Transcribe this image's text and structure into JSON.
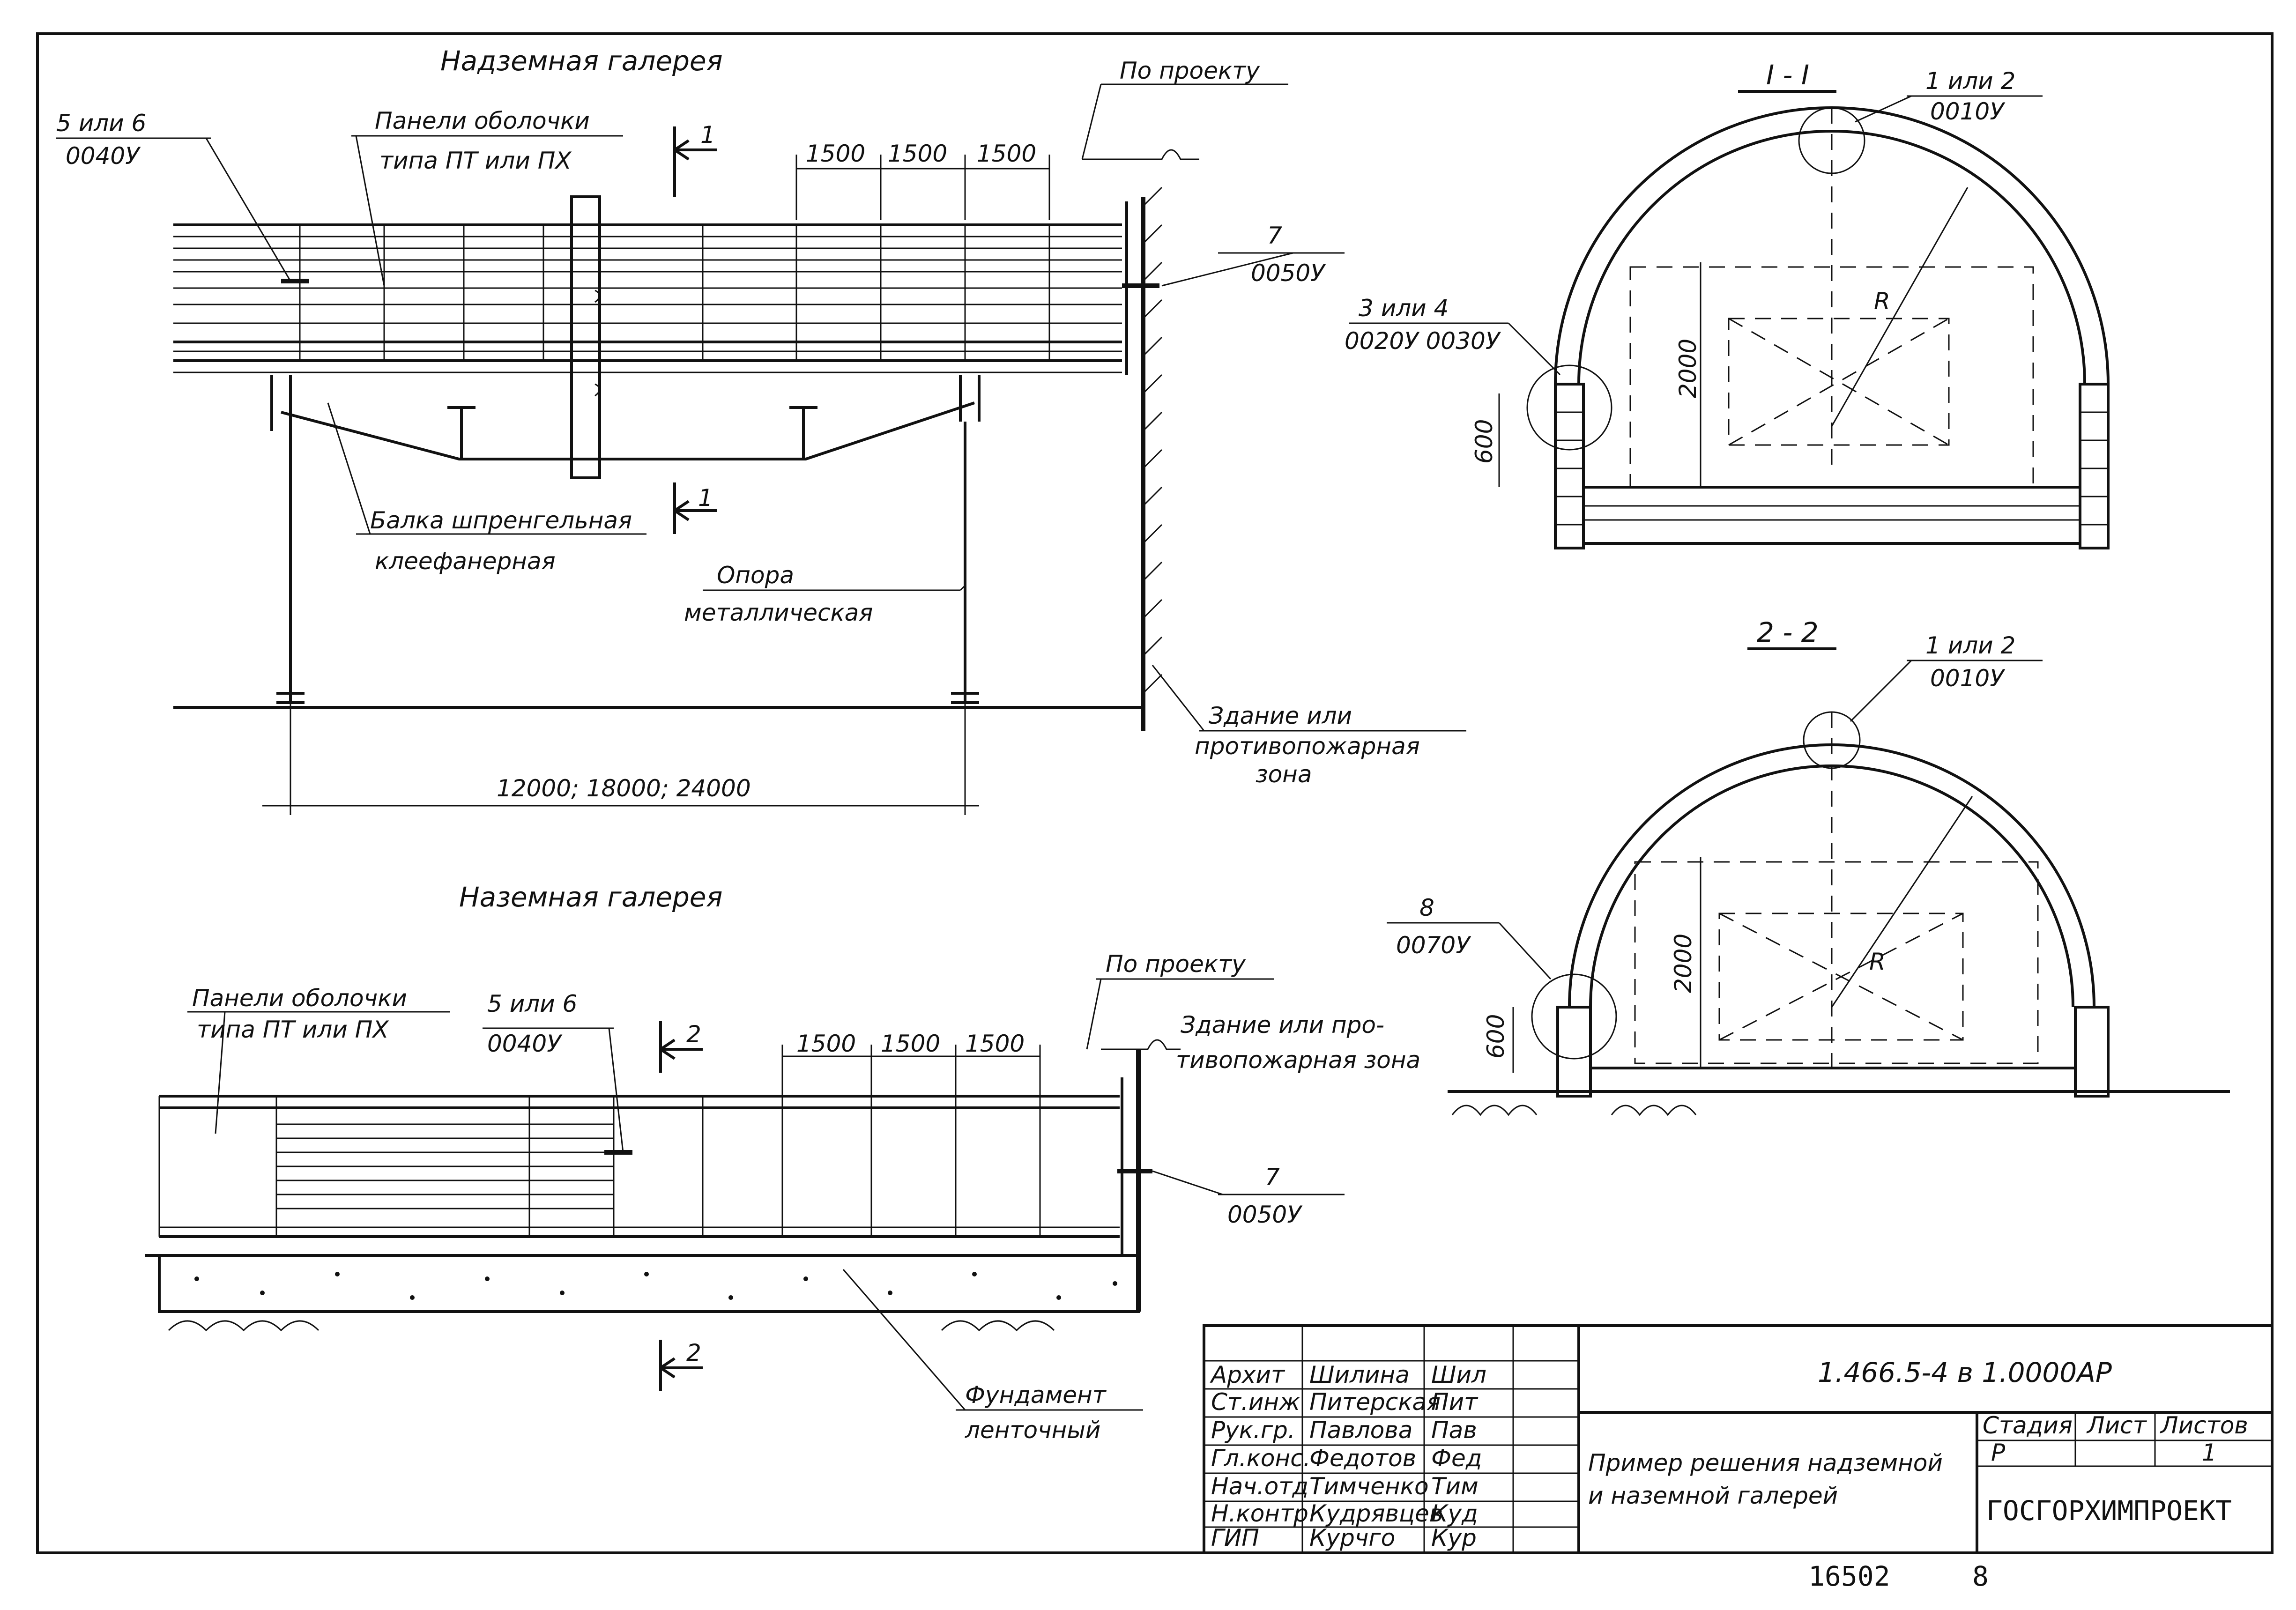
{
  "labels": {
    "elevated_title": "Надземная галерея",
    "ground_title": "Наземная галерея",
    "panels_line1": "Панели оболочки",
    "panels_line2": "типа ПТ или ПХ",
    "node_56": "5 или 6",
    "code_0040": "0040У",
    "by_project": "По проекту",
    "node_7": "7",
    "code_0050": "0050У",
    "beam_line1": "Балка шпренгельная",
    "beam_line2": "клеефанерная",
    "support_line1": "Опора",
    "support_line2": "металлическая",
    "building_line1": "Здание или",
    "building_line2": "противопожарная",
    "building_line3": "зона",
    "building_ground_line1": "Здание или про-",
    "building_ground_line2": "тивопожарная зона",
    "span_dim": "12000; 18000; 24000",
    "dim_1500": "1500",
    "section_1_mark": "1",
    "section_2_mark": "2",
    "section_I_title": "I - I",
    "section_2_title": "2 - 2",
    "node_12": "1 или 2",
    "code_0010": "0010У",
    "node_34": "3 или 4",
    "code_0020_0030": "0020У 0030У",
    "node_8": "8",
    "code_0070": "0070У",
    "dim_2000": "2000",
    "dim_600": "600",
    "radius": "R",
    "foundation_line1": "Фундамент",
    "foundation_line2": "ленточный"
  },
  "title_block": {
    "document_code": "1.466.5-4 в 1.0000АР",
    "drawing_title_line1": "Пример решения надземной",
    "drawing_title_line2": "и наземной галерей",
    "stage_header": "Стадия",
    "sheet_header": "Лист",
    "sheets_header": "Листов",
    "stage_value": "Р",
    "sheets_value": "1",
    "organization": "ГОСГОРХИМПРОЕКТ",
    "signatures": [
      {
        "role": "Архит",
        "name": "Шилина",
        "sign": "Шил"
      },
      {
        "role": "Ст.инж",
        "name": "Питерская",
        "sign": "Пит"
      },
      {
        "role": "Рук.гр.",
        "name": "Павлова",
        "sign": "Пав"
      },
      {
        "role": "Гл.конс.",
        "name": "Федотов",
        "sign": "Фед"
      },
      {
        "role": "Нач.отд",
        "name": "Тимченко",
        "sign": "Тим"
      },
      {
        "role": "Н.контр",
        "name": "Кудрявцев",
        "sign": "Куд"
      },
      {
        "role": "ГИП",
        "name": "Курчго",
        "sign": "Кур"
      }
    ],
    "archive_number": "16502",
    "page_number": "8"
  }
}
